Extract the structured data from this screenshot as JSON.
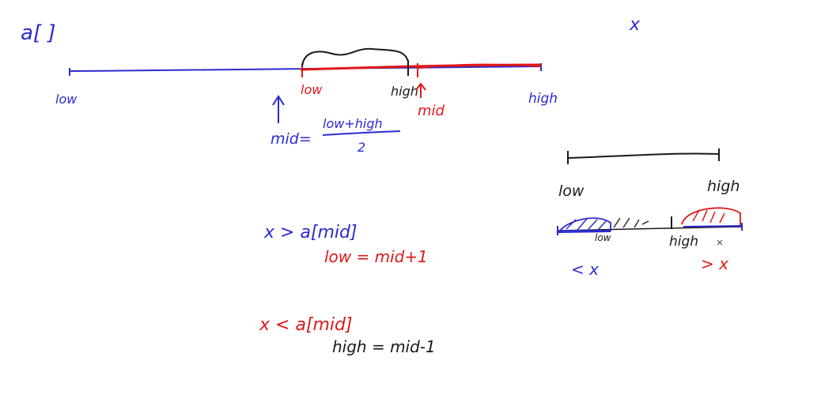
{
  "colors": {
    "blue": "#2b2bd0",
    "red": "#e01818",
    "black": "#1a1a1a",
    "background": "#ffffff"
  },
  "texts": {
    "array_label": "a[ ]",
    "x_top": "x",
    "low_left": "low",
    "low_red": "low",
    "high_black": "high",
    "mid_red": "mid",
    "high_right": "high",
    "mid_formula_lhs": "mid=",
    "mid_formula_num": "low+high",
    "mid_formula_den": "2",
    "cond1": "x > a[mid]",
    "cond1_action": "low = mid+1",
    "cond2": "x < a[mid]",
    "cond2_action": "high = mid-1",
    "side_low": "low",
    "side_high": "high",
    "side_low2": "low",
    "side_high2": "high",
    "side_lt_x": "< x",
    "side_gt_x": "> x"
  }
}
